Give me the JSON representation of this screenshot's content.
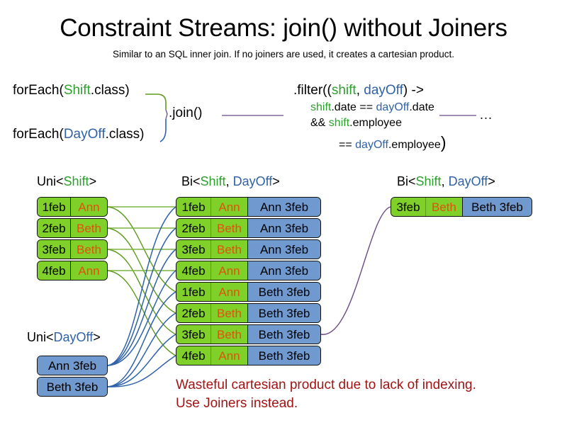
{
  "header": {
    "title": "Constraint Streams: join() without Joiners",
    "subtitle": "Similar to an SQL inner join. If no joiners are used, it creates a cartesian product."
  },
  "code": {
    "foreach_shift": {
      "prefix": "forEach(",
      "type": "Shift",
      "suffix": ".class)"
    },
    "foreach_dayoff": {
      "prefix": "forEach(",
      "type": "DayOff",
      "suffix": ".class)"
    },
    "join_call": ".join()",
    "filter": {
      "line1_prefix": ".filter((",
      "line1_param1": "shift",
      "line1_comma": ", ",
      "line1_param2": "dayOff",
      "line1_suffix": ") ->",
      "line2_a": "shift",
      "line2_b": ".date == ",
      "line2_c": "dayOff",
      "line2_d": ".date",
      "line3_a": "&& ",
      "line3_b": "shift",
      "line3_c": ".employee",
      "line4_a": "== ",
      "line4_b": "dayOff",
      "line4_c": ".employee",
      "line4_paren": ")"
    },
    "ellipsis": "…"
  },
  "streams": {
    "uni_shift": {
      "label_prefix": "Uni<",
      "label_type": "Shift",
      "label_suffix": ">",
      "rows": [
        {
          "date": "1feb",
          "name": "Ann"
        },
        {
          "date": "2feb",
          "name": "Beth"
        },
        {
          "date": "3feb",
          "name": "Beth"
        },
        {
          "date": "4feb",
          "name": "Ann"
        }
      ]
    },
    "uni_dayoff": {
      "label_prefix": "Uni<",
      "label_type": "DayOff",
      "label_suffix": ">",
      "rows": [
        {
          "text": "Ann 3feb"
        },
        {
          "text": "Beth 3feb"
        }
      ]
    },
    "bi_middle": {
      "label_prefix": "Bi<",
      "label_type1": "Shift",
      "label_comma": ", ",
      "label_type2": "DayOff",
      "label_suffix": ">",
      "rows": [
        {
          "date": "1feb",
          "name": "Ann",
          "dayoff": "Ann 3feb"
        },
        {
          "date": "2feb",
          "name": "Beth",
          "dayoff": "Ann 3feb"
        },
        {
          "date": "3feb",
          "name": "Beth",
          "dayoff": "Ann 3feb"
        },
        {
          "date": "4feb",
          "name": "Ann",
          "dayoff": "Ann 3feb"
        },
        {
          "date": "1feb",
          "name": "Ann",
          "dayoff": "Beth 3feb"
        },
        {
          "date": "2feb",
          "name": "Beth",
          "dayoff": "Beth 3feb"
        },
        {
          "date": "3feb",
          "name": "Beth",
          "dayoff": "Beth 3feb"
        },
        {
          "date": "4feb",
          "name": "Ann",
          "dayoff": "Beth 3feb"
        }
      ]
    },
    "bi_right": {
      "label_prefix": "Bi<",
      "label_type1": "Shift",
      "label_comma": ", ",
      "label_type2": "DayOff",
      "label_suffix": ">",
      "rows": [
        {
          "date": "3feb",
          "name": "Beth",
          "dayoff": "Beth 3feb"
        }
      ]
    }
  },
  "warning": {
    "line1": "Wasteful cartesian product due to lack of indexing.",
    "line2": "Use Joiners instead."
  },
  "colors": {
    "shift_green": "#80d02a",
    "dayoff_blue": "#6f99cf",
    "name_orange": "#e2510c",
    "type_green": "#2ca02c",
    "type_blue": "#2f62a8",
    "warning_red": "#a21414",
    "wire_green": "#5d9b1c",
    "wire_blue": "#2f62a8",
    "wire_purple": "#6b4a86"
  }
}
